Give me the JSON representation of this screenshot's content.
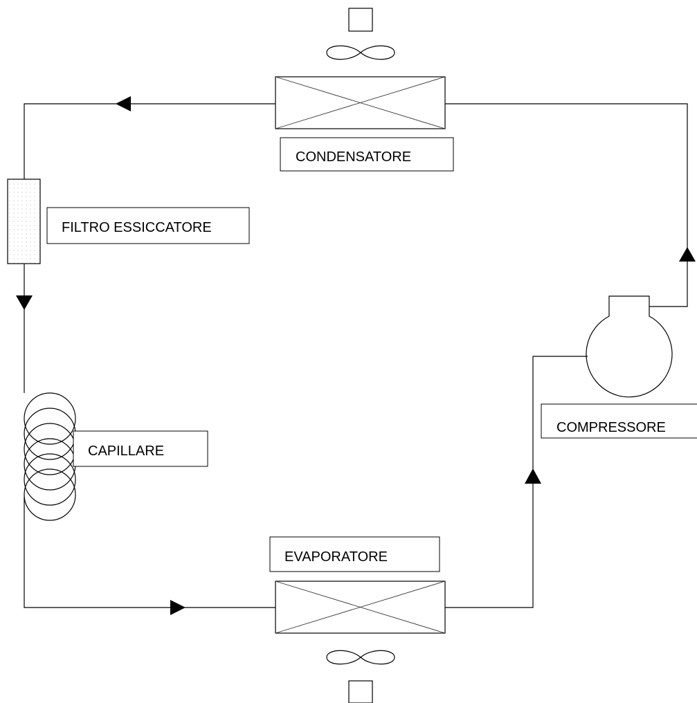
{
  "labels": {
    "condenser": "CONDENSATORE",
    "filter_drier": "FILTRO ESSICCATORE",
    "capillary": "CAPILLARE",
    "evaporator": "EVAPORATORE",
    "compressor": "COMPRESSORE"
  },
  "colors": {
    "line": "#000000",
    "background": "#ffffff"
  }
}
